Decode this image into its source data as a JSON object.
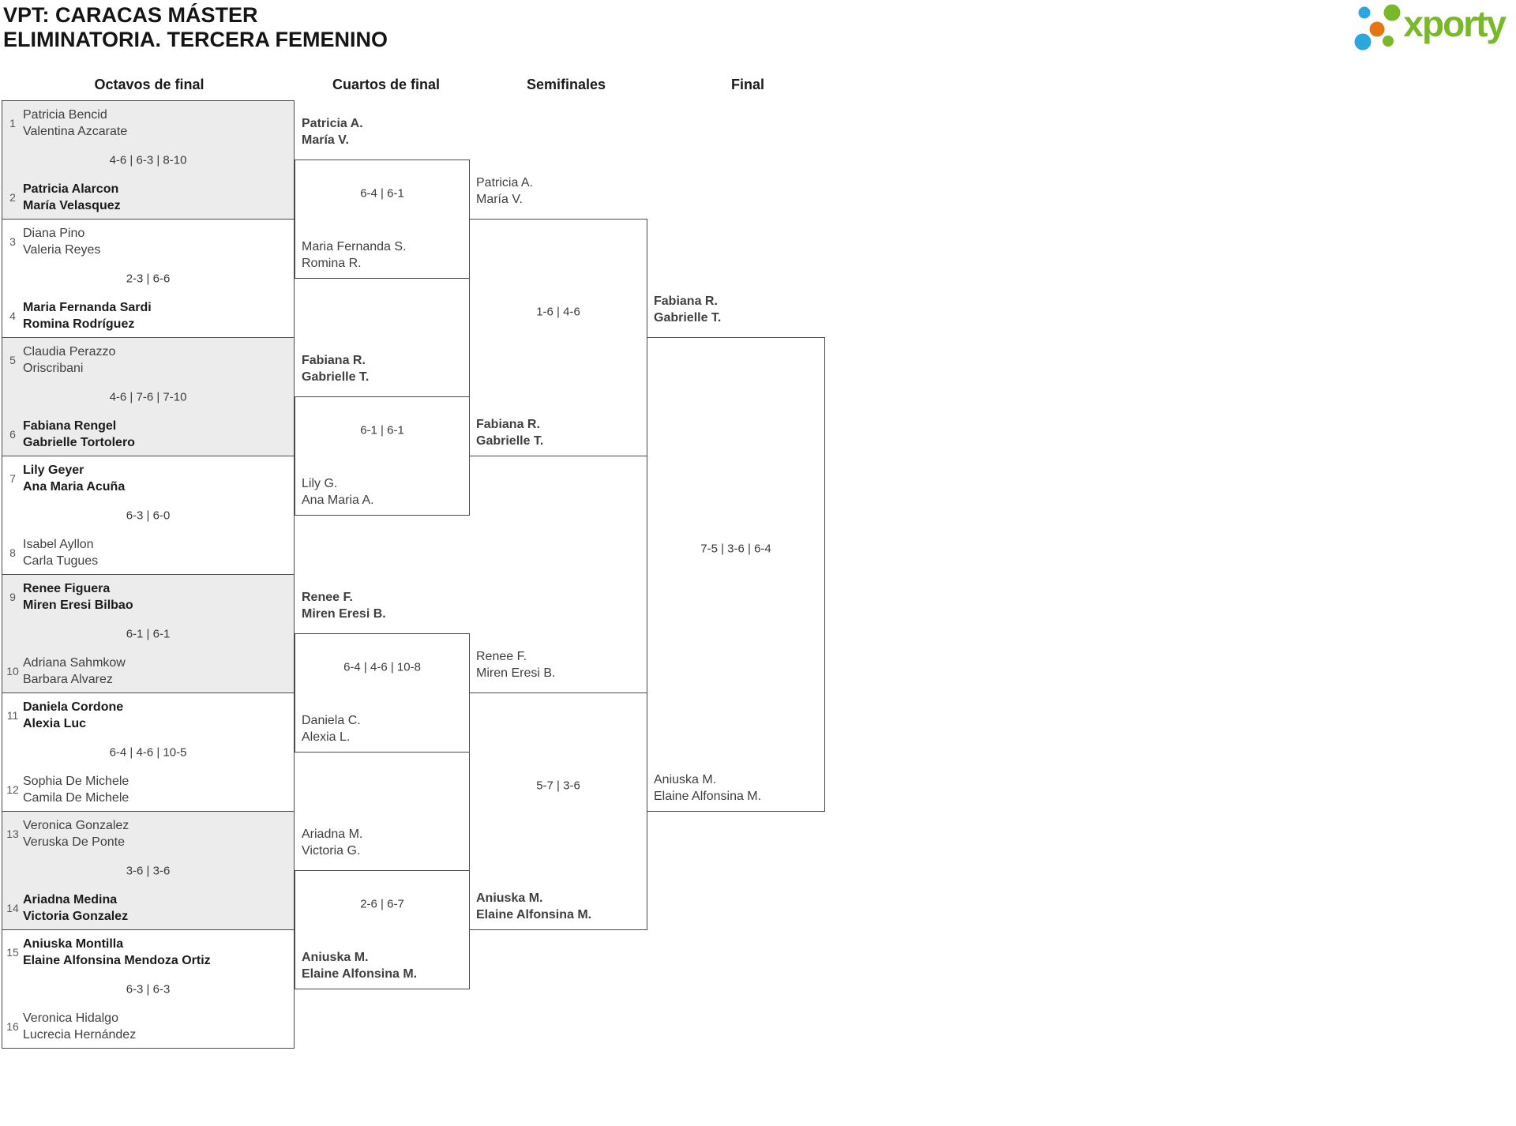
{
  "title": {
    "line1": "VPT: CARACAS MÁSTER",
    "line2": "ELIMINATORIA. TERCERA FEMENINO"
  },
  "logo": {
    "text": "xporty",
    "colors": {
      "green": "#79b829",
      "blue": "#2aa7df",
      "orange": "#e67612"
    }
  },
  "round_headers": {
    "r16": "Octavos de final",
    "qf": "Cuartos de final",
    "sf": "Semifinales",
    "final": "Final"
  },
  "octavos": [
    {
      "seed_a": "1",
      "team_a_1": "Patricia Bencid",
      "team_a_2": "Valentina Azcarate",
      "winner_a": false,
      "seed_b": "2",
      "team_b_1": "Patricia Alarcon",
      "team_b_2": "María Velasquez",
      "winner_b": true,
      "score": "4-6 | 6-3 | 8-10",
      "shaded": true
    },
    {
      "seed_a": "3",
      "team_a_1": "Diana Pino",
      "team_a_2": "Valeria Reyes",
      "winner_a": false,
      "seed_b": "4",
      "team_b_1": "Maria Fernanda Sardi",
      "team_b_2": "Romina Rodríguez",
      "winner_b": true,
      "score": "2-3 | 6-6",
      "shaded": false
    },
    {
      "seed_a": "5",
      "team_a_1": "Claudia Perazzo",
      "team_a_2": "Oriscribani",
      "winner_a": false,
      "seed_b": "6",
      "team_b_1": "Fabiana Rengel",
      "team_b_2": "Gabrielle Tortolero",
      "winner_b": true,
      "score": "4-6 | 7-6 | 7-10",
      "shaded": true
    },
    {
      "seed_a": "7",
      "team_a_1": "Lily Geyer",
      "team_a_2": "Ana Maria Acuña",
      "winner_a": true,
      "seed_b": "8",
      "team_b_1": "Isabel Ayllon",
      "team_b_2": "Carla Tugues",
      "winner_b": false,
      "score": "6-3 | 6-0",
      "shaded": false
    },
    {
      "seed_a": "9",
      "team_a_1": "Renee Figuera",
      "team_a_2": "Miren Eresi Bilbao",
      "winner_a": true,
      "seed_b": "10",
      "team_b_1": "Adriana Sahmkow",
      "team_b_2": "Barbara Alvarez",
      "winner_b": false,
      "score": "6-1 | 6-1",
      "shaded": true
    },
    {
      "seed_a": "11",
      "team_a_1": "Daniela Cordone",
      "team_a_2": "Alexia Luc",
      "winner_a": true,
      "seed_b": "12",
      "team_b_1": "Sophia De Michele",
      "team_b_2": "Camila De Michele",
      "winner_b": false,
      "score": "6-4 | 4-6 | 10-5",
      "shaded": false
    },
    {
      "seed_a": "13",
      "team_a_1": "Veronica Gonzalez",
      "team_a_2": "Veruska De Ponte",
      "winner_a": false,
      "seed_b": "14",
      "team_b_1": "Ariadna Medina",
      "team_b_2": "Victoria Gonzalez",
      "winner_b": true,
      "score": "3-6 | 3-6",
      "shaded": true
    },
    {
      "seed_a": "15",
      "team_a_1": "Aniuska Montilla",
      "team_a_2": "Elaine Alfonsina Mendoza Ortiz",
      "winner_a": true,
      "seed_b": "16",
      "team_b_1": "Veronica Hidalgo",
      "team_b_2": "Lucrecia Hernández",
      "winner_b": false,
      "score": "6-3 | 6-3",
      "shaded": false
    }
  ],
  "cuartos": [
    {
      "top_1": "Patricia A.",
      "top_2": "María V.",
      "winner_top": true,
      "bottom_1": "Maria Fernanda S.",
      "bottom_2": "Romina R.",
      "winner_bottom": false,
      "score": "6-4 | 6-1"
    },
    {
      "top_1": "Fabiana R.",
      "top_2": "Gabrielle T.",
      "winner_top": true,
      "bottom_1": "Lily G.",
      "bottom_2": "Ana Maria A.",
      "winner_bottom": false,
      "score": "6-1 | 6-1"
    },
    {
      "top_1": "Renee F.",
      "top_2": "Miren Eresi B.",
      "winner_top": true,
      "bottom_1": "Daniela C.",
      "bottom_2": "Alexia L.",
      "winner_bottom": false,
      "score": "6-4 | 4-6 | 10-8"
    },
    {
      "top_1": "Ariadna M.",
      "top_2": "Victoria G.",
      "winner_top": false,
      "bottom_1": "Aniuska M.",
      "bottom_2": "Elaine Alfonsina M.",
      "winner_bottom": true,
      "score": "2-6 | 6-7"
    }
  ],
  "semifinales": [
    {
      "top_1": "Patricia A.",
      "top_2": "María V.",
      "winner_top": false,
      "bottom_1": "Fabiana R.",
      "bottom_2": "Gabrielle T.",
      "winner_bottom": true,
      "score": "1-6 | 4-6"
    },
    {
      "top_1": "Renee F.",
      "top_2": "Miren Eresi B.",
      "winner_top": false,
      "bottom_1": "Aniuska M.",
      "bottom_2": "Elaine Alfonsina M.",
      "winner_bottom": true,
      "score": "5-7 | 3-6"
    }
  ],
  "final": {
    "top_1": "Fabiana R.",
    "top_2": "Gabrielle T.",
    "winner_top": true,
    "bottom_1": "Aniuska M.",
    "bottom_2": "Elaine Alfonsina M.",
    "winner_bottom": false,
    "score": "7-5 | 3-6 | 6-4"
  }
}
